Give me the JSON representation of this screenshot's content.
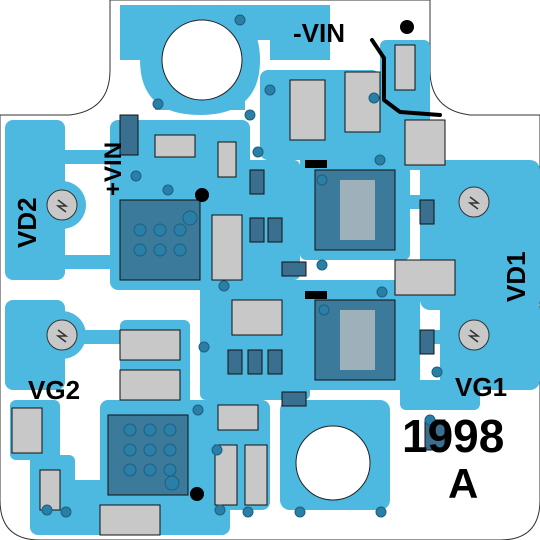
{
  "labels": {
    "vin_neg": "-VIN",
    "vin_pos": "+VIN",
    "vd2": "VD2",
    "vd1": "VD1",
    "vg2": "VG2",
    "vg1": "VG1",
    "year": "1998",
    "revision": "A"
  },
  "colors": {
    "board": "#ffffff",
    "copper": "#4db8e0",
    "copper_dark": "#3aa6d0",
    "pad": "#c8c8c8",
    "component": "#3a6f8f",
    "silk": "#000000",
    "via_inner": "#2a7fa6"
  }
}
